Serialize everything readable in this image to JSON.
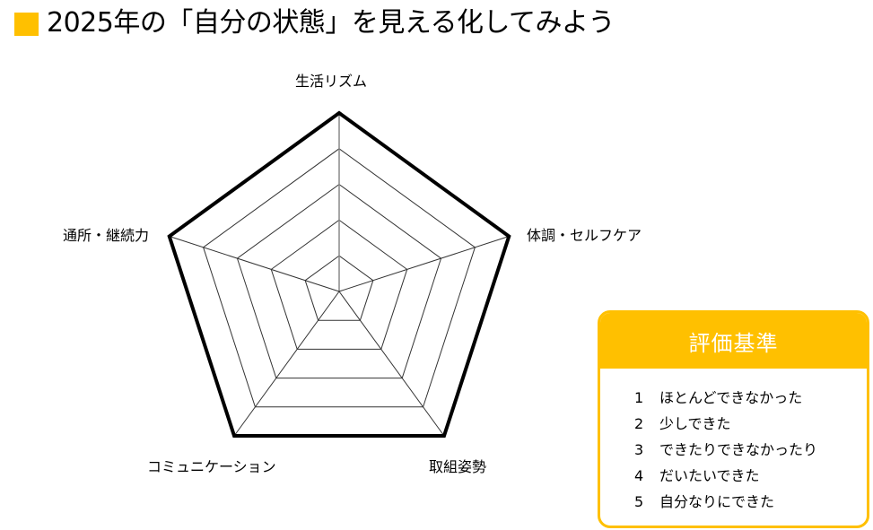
{
  "header": {
    "title": "2025年の「自分の状態」を見える化してみよう",
    "accent_color": "#FFC000"
  },
  "chart_data": {
    "type": "radar",
    "title": "",
    "axes": [
      "生活リズム",
      "体調・セルフケア",
      "取組姿勢",
      "コミュニケーション",
      "通所・継続力"
    ],
    "scale": {
      "min": 0,
      "max": 5,
      "levels": [
        1,
        2,
        3,
        4,
        5
      ]
    },
    "series": [],
    "grid": true,
    "outer_ring_bold": true
  },
  "radar": {
    "labels": {
      "top": "生活リズム",
      "right": "体調・セルフケア",
      "bottom_right": "取組姿勢",
      "bottom_left": "コミュニケーション",
      "left": "通所・継続力"
    }
  },
  "legend": {
    "title": "評価基準",
    "items": [
      {
        "num": "1",
        "text": "ほとんどできなかった"
      },
      {
        "num": "2",
        "text": "少しできた"
      },
      {
        "num": "3",
        "text": "できたりできなかったり"
      },
      {
        "num": "4",
        "text": "だいたいできた"
      },
      {
        "num": "5",
        "text": "自分なりにできた"
      }
    ]
  }
}
